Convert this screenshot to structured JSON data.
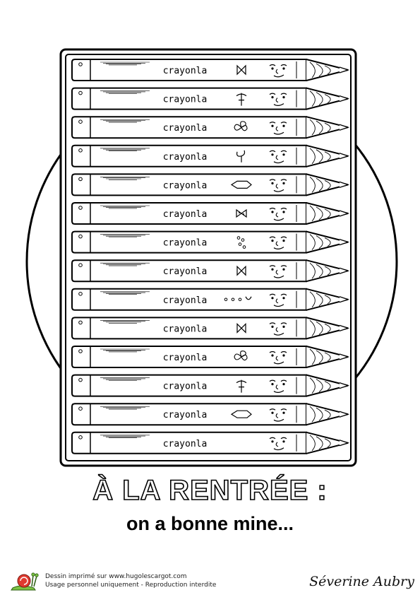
{
  "pencils": {
    "brand_label": "crayonla",
    "count": 14,
    "faces": [
      "bowtie",
      "tie",
      "flower",
      "open-collar",
      "fish-tie",
      "bowtie-dots",
      "buttons",
      "bowtie",
      "dots",
      "bowtie",
      "flower",
      "tie",
      "fish-tie",
      "plain"
    ]
  },
  "title": {
    "line1": "À LA RENTRÉE :",
    "line2": "on a bonne mine..."
  },
  "footer": {
    "line1": "Dessin imprimé sur www.hugolescargot.com",
    "line2": "Usage personnel uniquement - Reproduction interdite",
    "signature": "Séverine Aubry",
    "logo_icon": "snail-icon"
  },
  "colors": {
    "ink": "#000000",
    "paper": "#ffffff",
    "logo_green": "#7cc243",
    "logo_red": "#e03a2f"
  }
}
